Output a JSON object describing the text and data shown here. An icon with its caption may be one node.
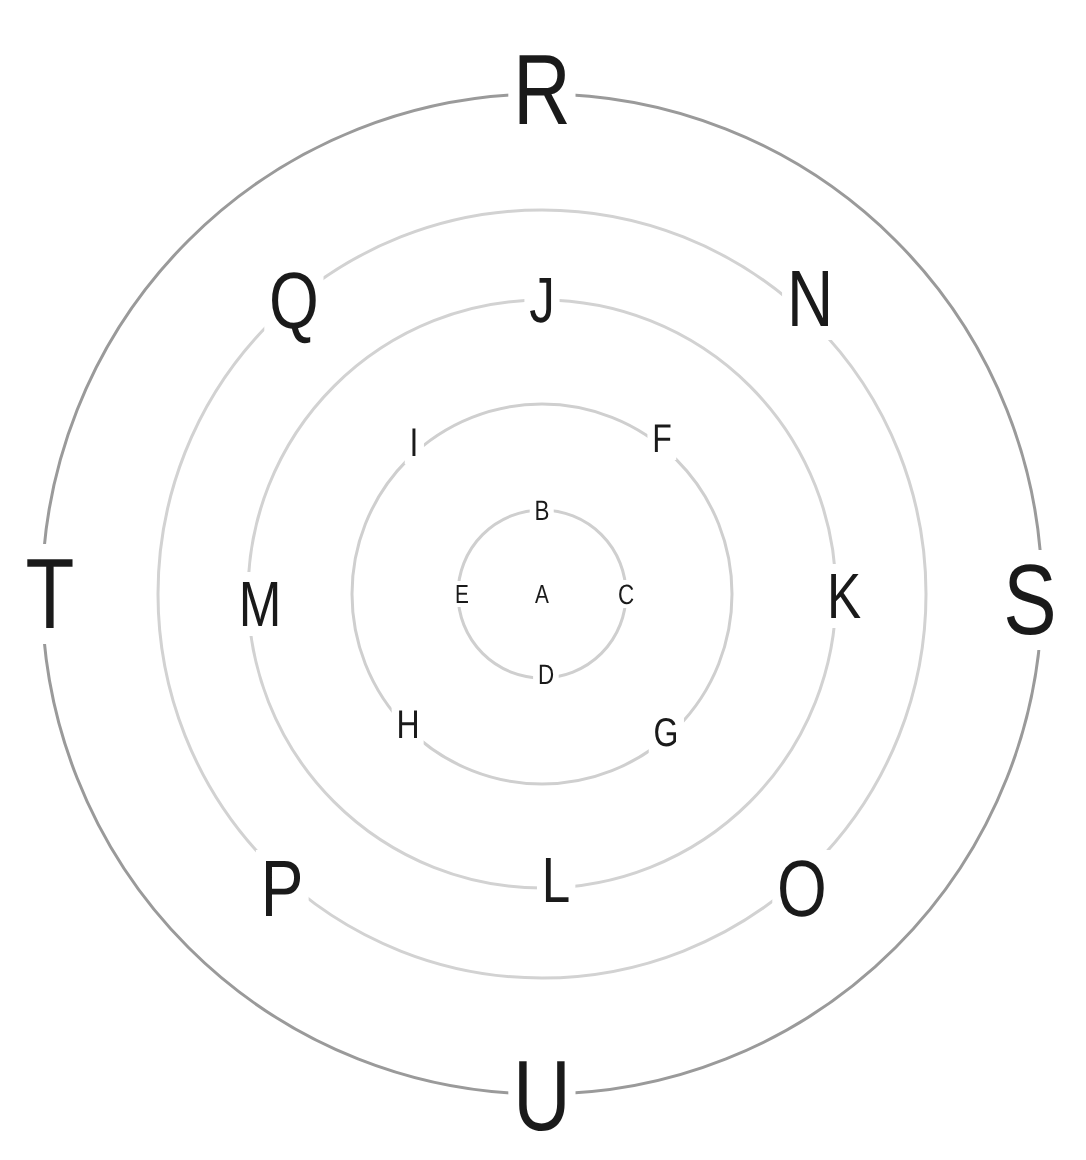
{
  "diagram": {
    "labels": [
      "R",
      "Q",
      "J",
      "N",
      "I",
      "F",
      "B",
      "T",
      "M",
      "E",
      "A",
      "C",
      "K",
      "S",
      "D",
      "H",
      "G",
      "P",
      "L",
      "O",
      "U"
    ]
  }
}
